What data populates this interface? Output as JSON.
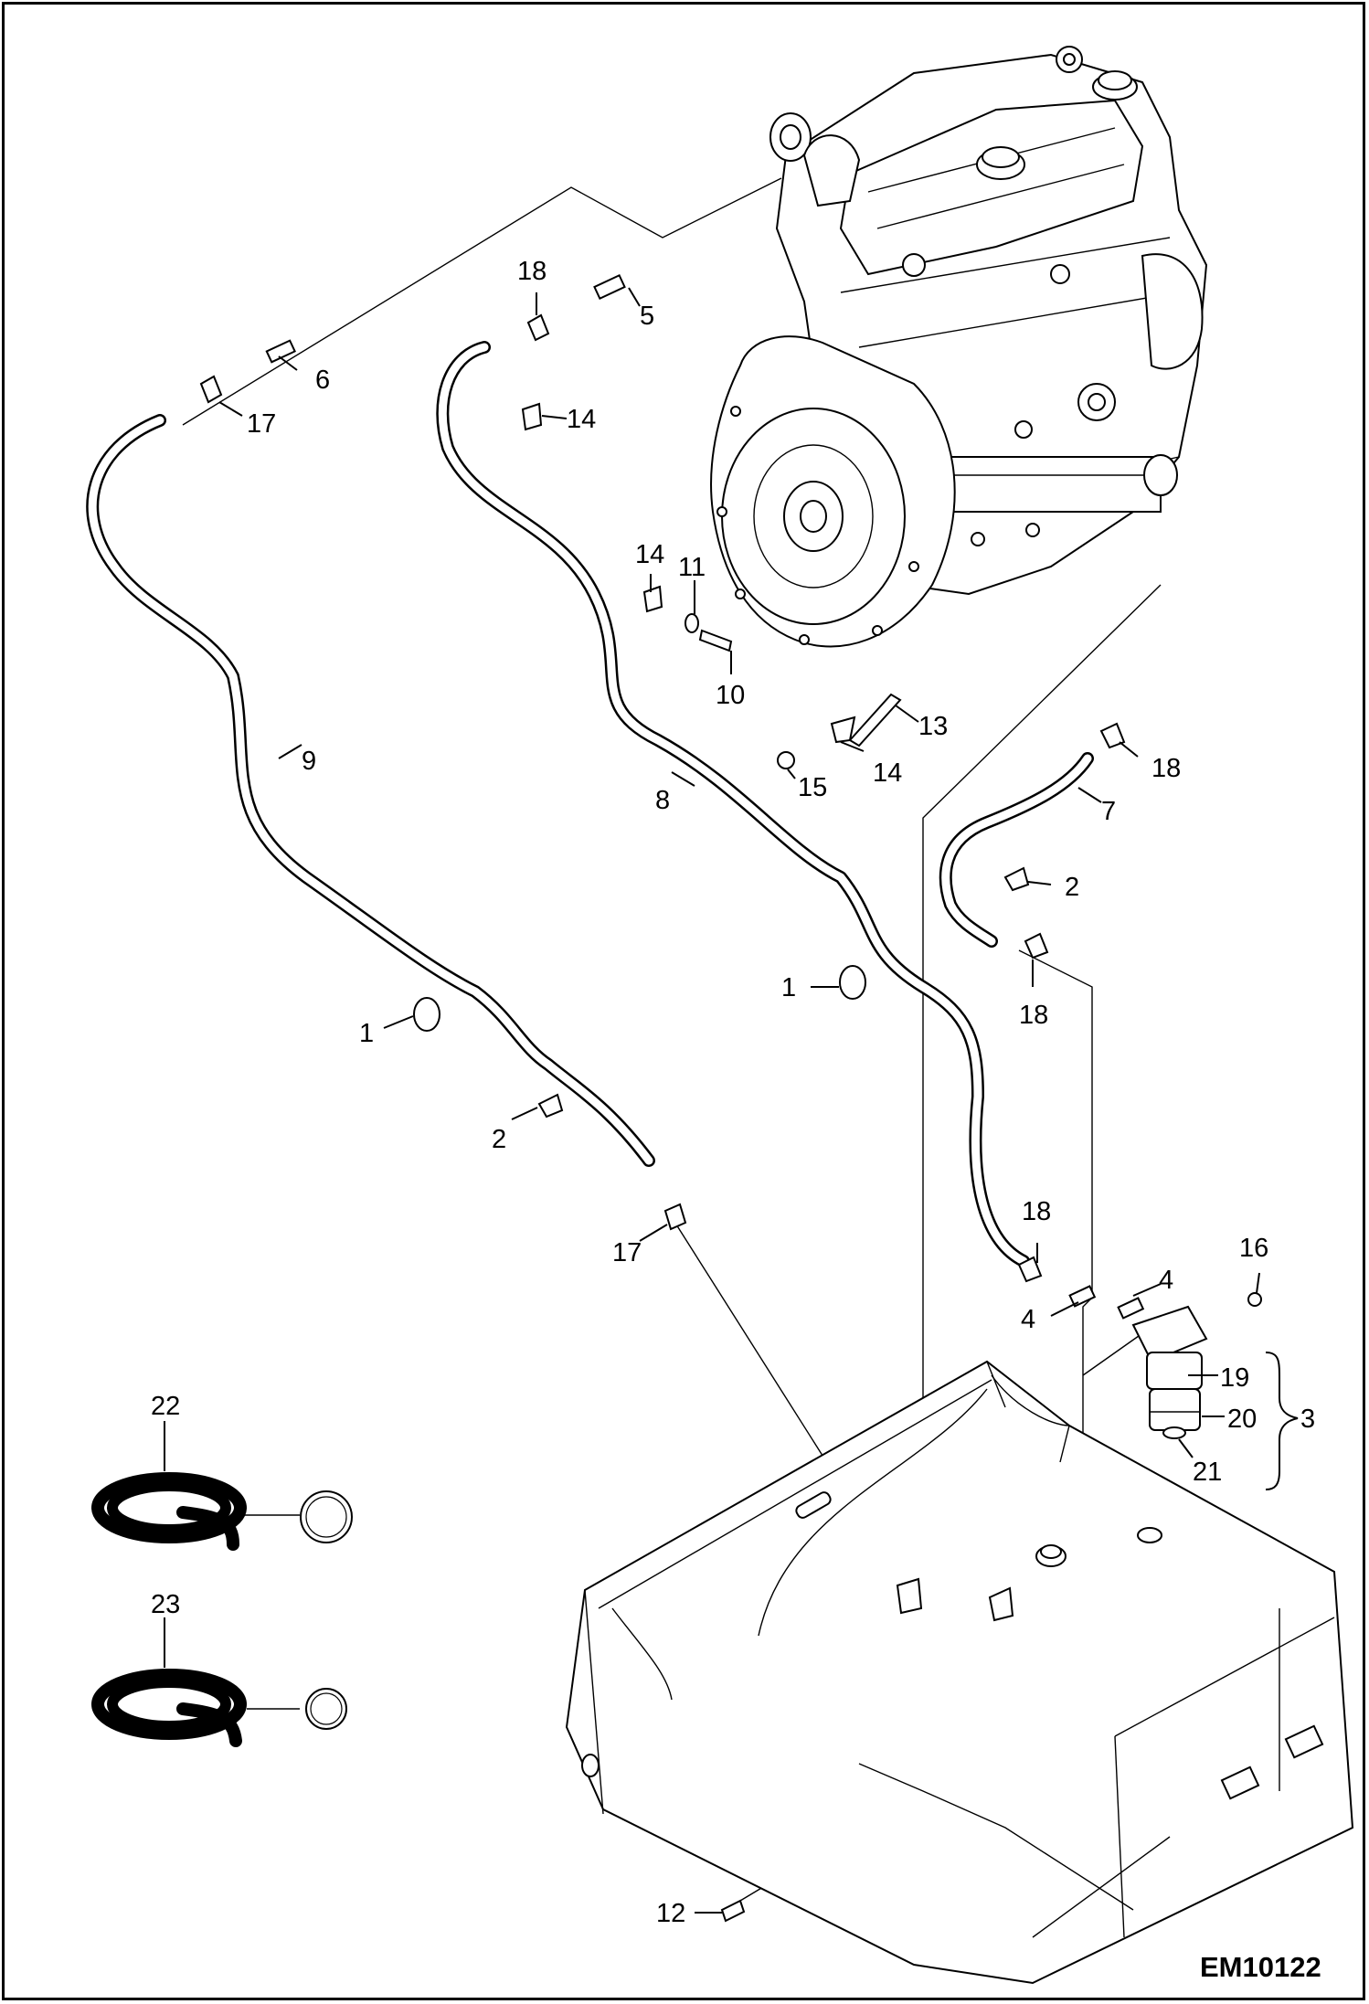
{
  "diagram": {
    "code": "EM10122",
    "callouts": {
      "c1a": "1",
      "c1b": "1",
      "c2a": "2",
      "c2b": "2",
      "c3": "3",
      "c4a": "4",
      "c4b": "4",
      "c5": "5",
      "c6": "6",
      "c7": "7",
      "c8": "8",
      "c9": "9",
      "c10": "10",
      "c11": "11",
      "c12": "12",
      "c13": "13",
      "c14a": "14",
      "c14b": "14",
      "c14c": "14",
      "c15": "15",
      "c16": "16",
      "c17a": "17",
      "c17b": "17",
      "c18a": "18",
      "c18b": "18",
      "c18c": "18",
      "c18d": "18",
      "c19": "19",
      "c20": "20",
      "c21": "21",
      "c22": "22",
      "c23": "23"
    }
  }
}
